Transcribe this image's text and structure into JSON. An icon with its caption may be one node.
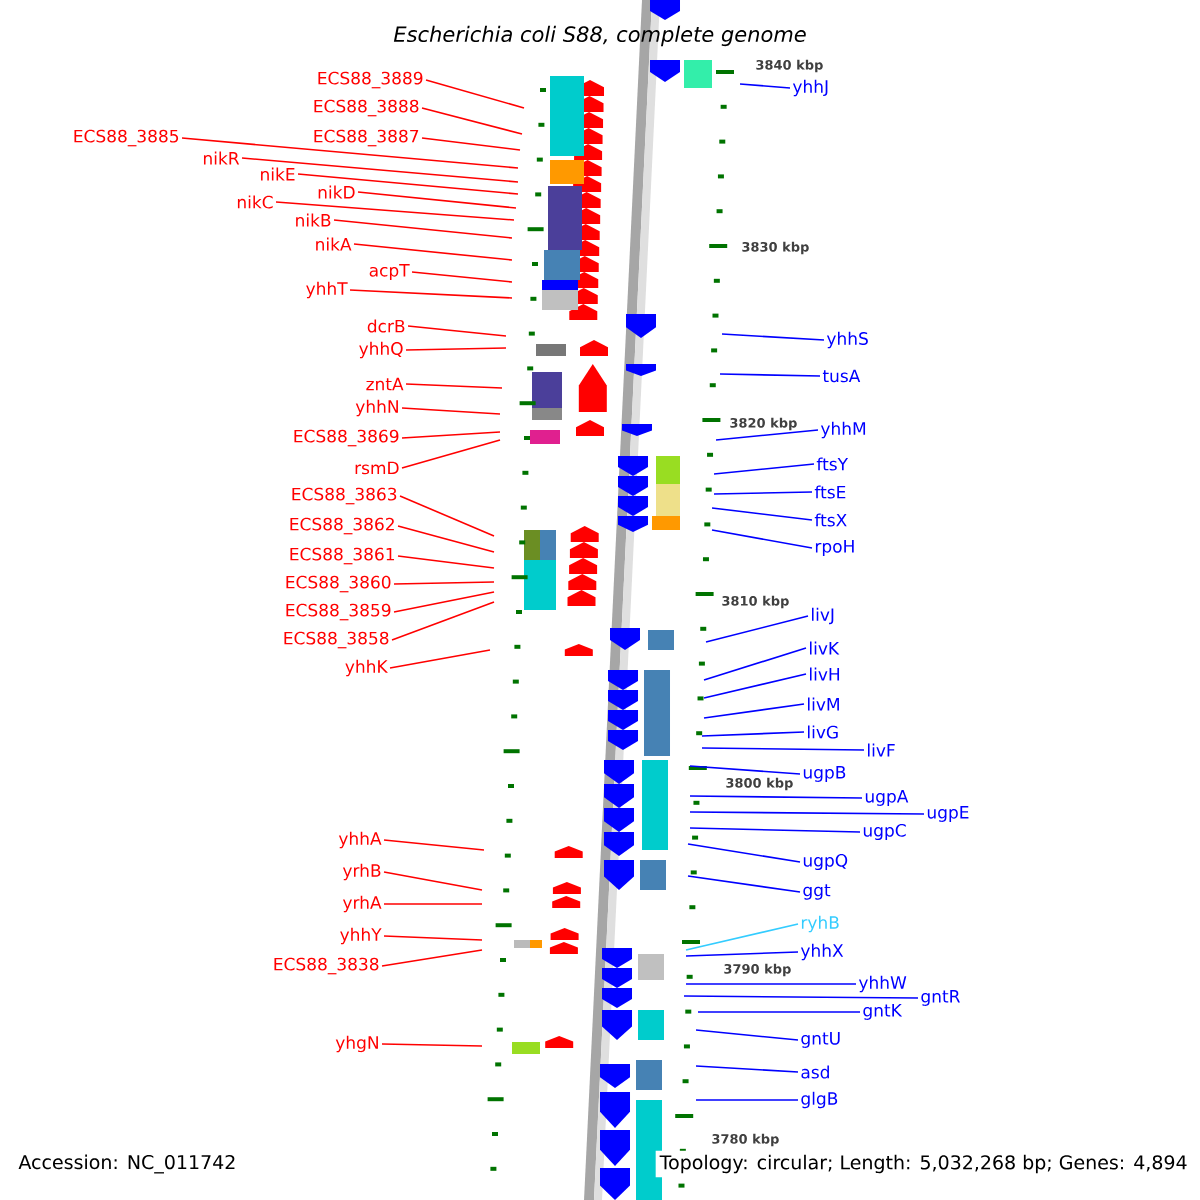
{
  "diagram": {
    "title": "Escherichia coli S88, complete genome",
    "caption": "Topology: circular; Length: 5,032,268 bp; Genes: 4,894",
    "nodes": [
      {
        "text": [
          "ECS88_3889"
        ]
      },
      {
        "text": [
          "ECS88_3888"
        ]
      },
      {
        "text": [
          "ECS88_3887"
        ]
      },
      {
        "text": [
          "ECS88_3885"
        ]
      },
      {
        "text": [
          "nikR"
        ]
      },
      {
        "text": [
          "nikE"
        ]
      },
      {
        "text": [
          "nikD"
        ]
      },
      {
        "text": [
          "nikC"
        ]
      },
      {
        "text": [
          "nikB"
        ]
      },
      {
        "text": [
          "nikA"
        ]
      },
      {
        "text": [
          "acpT"
        ]
      },
      {
        "text": [
          "yhhT"
        ]
      },
      {
        "text": [
          "dcrB"
        ]
      },
      {
        "text": [
          "yhhQ"
        ]
      },
      {
        "text": [
          "zntA"
        ]
      },
      {
        "text": [
          "yhhN"
        ]
      },
      {
        "text": [
          "ECS88_3869"
        ]
      },
      {
        "text": [
          "rsmD"
        ]
      },
      {
        "text": [
          "ECS88_3863"
        ]
      },
      {
        "text": [
          "ECS88_3862"
        ]
      },
      {
        "text": [
          "ECS88_3861"
        ]
      },
      {
        "text": [
          "ECS88_3860"
        ]
      },
      {
        "text": [
          "ECS88_3859"
        ]
      },
      {
        "text": [
          "ECS88_3858"
        ]
      },
      {
        "text": [
          "yhhK"
        ]
      },
      {
        "text": [
          "yhhA"
        ]
      },
      {
        "text": [
          "yrhB"
        ]
      },
      {
        "text": [
          "yrhA"
        ]
      },
      {
        "text": [
          "yhhY"
        ]
      },
      {
        "text": [
          "ECS88_3838"
        ]
      },
      {
        "text": [
          "yhgN"
        ]
      },
      {
        "text": [
          "yhhJ"
        ]
      },
      {
        "text": [
          "yhhS"
        ]
      },
      {
        "text": [
          "tusA"
        ]
      },
      {
        "text": [
          "yhhM"
        ]
      },
      {
        "text": [
          "ftsY"
        ]
      },
      {
        "text": [
          "ftsE"
        ]
      },
      {
        "text": [
          "ftsX"
        ]
      },
      {
        "text": [
          "rpoH"
        ]
      },
      {
        "text": [
          "livJ"
        ]
      },
      {
        "text": [
          "livK"
        ]
      },
      {
        "text": [
          "livH"
        ]
      },
      {
        "text": [
          "livM"
        ]
      },
      {
        "text": [
          "livG"
        ]
      },
      {
        "text": [
          "livF"
        ]
      },
      {
        "text": [
          "ugpB"
        ]
      },
      {
        "text": [
          "ugpA"
        ]
      },
      {
        "text": [
          "ugpE"
        ]
      },
      {
        "text": [
          "ugpC"
        ]
      },
      {
        "text": [
          "ugpQ"
        ]
      },
      {
        "text": [
          "ggt"
        ]
      },
      {
        "text": [
          "ryhB"
        ]
      },
      {
        "text": [
          "yhhX"
        ]
      },
      {
        "text": [
          "yhhW"
        ]
      },
      {
        "text": [
          "gntR"
        ]
      },
      {
        "text": [
          "gntK"
        ]
      },
      {
        "text": [
          "gntU"
        ]
      },
      {
        "text": [
          "asd"
        ]
      },
      {
        "text": [
          "glgB"
        ]
      }
    ],
    "edges": [
      {
        "from": 0,
        "to": null,
        "arrow": "none"
      },
      {
        "from": 1,
        "to": null,
        "arrow": "none"
      },
      {
        "from": 2,
        "to": null,
        "arrow": "none"
      },
      {
        "from": 3,
        "to": null,
        "arrow": "none"
      },
      {
        "from": 4,
        "to": null,
        "arrow": "none"
      },
      {
        "from": 5,
        "to": null,
        "arrow": "none"
      },
      {
        "from": 6,
        "to": null,
        "arrow": "none"
      },
      {
        "from": 7,
        "to": null,
        "arrow": "none"
      },
      {
        "from": 8,
        "to": null,
        "arrow": "none"
      },
      {
        "from": 9,
        "to": null,
        "arrow": "none"
      },
      {
        "from": 10,
        "to": null,
        "arrow": "none"
      },
      {
        "from": 11,
        "to": null,
        "arrow": "none"
      },
      {
        "from": 12,
        "to": null,
        "arrow": "none"
      },
      {
        "from": 13,
        "to": null,
        "arrow": "none"
      },
      {
        "from": 14,
        "to": null,
        "arrow": "none"
      },
      {
        "from": 15,
        "to": null,
        "arrow": "none"
      },
      {
        "from": 16,
        "to": null,
        "arrow": "none"
      },
      {
        "from": 17,
        "to": null,
        "arrow": "none"
      },
      {
        "from": 18,
        "to": null,
        "arrow": "none"
      },
      {
        "from": 19,
        "to": null,
        "arrow": "none"
      },
      {
        "from": 20,
        "to": null,
        "arrow": "none"
      },
      {
        "from": 21,
        "to": null,
        "arrow": "none"
      },
      {
        "from": 22,
        "to": null,
        "arrow": "none"
      },
      {
        "from": 23,
        "to": null,
        "arrow": "none"
      },
      {
        "from": 24,
        "to": null,
        "arrow": "none"
      },
      {
        "from": 25,
        "to": null,
        "arrow": "none"
      },
      {
        "from": 26,
        "to": null,
        "arrow": "none"
      },
      {
        "from": 27,
        "to": null,
        "arrow": "none"
      },
      {
        "from": 28,
        "to": null,
        "arrow": "none"
      },
      {
        "from": 29,
        "to": null,
        "arrow": "none"
      },
      {
        "from": 30,
        "to": null,
        "arrow": "none"
      },
      {
        "from": 31,
        "to": null,
        "arrow": "none",
        "color": "#0000ff"
      },
      {
        "from": 32,
        "to": null,
        "arrow": "none",
        "color": "#0000ff"
      },
      {
        "from": 33,
        "to": null,
        "arrow": "none",
        "color": "#0000ff"
      },
      {
        "from": 34,
        "to": null,
        "arrow": "none",
        "color": "#0000ff"
      },
      {
        "from": 35,
        "to": null,
        "arrow": "none",
        "color": "#0000ff"
      },
      {
        "from": 36,
        "to": null,
        "arrow": "none",
        "color": "#0000ff"
      },
      {
        "from": 37,
        "to": null,
        "arrow": "none",
        "color": "#0000ff"
      },
      {
        "from": 38,
        "to": null,
        "arrow": "none",
        "color": "#0000ff"
      },
      {
        "from": 39,
        "to": null,
        "arrow": "none",
        "color": "#0000ff"
      },
      {
        "from": 40,
        "to": null,
        "arrow": "none",
        "color": "#0000ff"
      },
      {
        "from": 41,
        "to": null,
        "arrow": "none",
        "color": "#0000ff"
      },
      {
        "from": 42,
        "to": null,
        "arrow": "none",
        "color": "#0000ff"
      },
      {
        "from": 43,
        "to": null,
        "arrow": "none",
        "color": "#0000ff"
      },
      {
        "from": 44,
        "to": null,
        "arrow": "none",
        "color": "#0000ff"
      },
      {
        "from": 45,
        "to": null,
        "arrow": "none",
        "color": "#0000ff"
      },
      {
        "from": 46,
        "to": null,
        "arrow": "none",
        "color": "#0000ff"
      },
      {
        "from": 47,
        "to": null,
        "arrow": "none",
        "color": "#0000ff"
      },
      {
        "from": 48,
        "to": null,
        "arrow": "none",
        "color": "#0000ff"
      },
      {
        "from": 49,
        "to": null,
        "arrow": "none",
        "color": "#0000ff"
      },
      {
        "from": 50,
        "to": null,
        "arrow": "none",
        "color": "#0000ff"
      },
      {
        "from": 51,
        "to": null,
        "arrow": "none",
        "color": "#33ccff"
      },
      {
        "from": 52,
        "to": null,
        "arrow": "none",
        "color": "#0000ff"
      },
      {
        "from": 53,
        "to": null,
        "arrow": "none",
        "color": "#0000ff"
      },
      {
        "from": 54,
        "to": null,
        "arrow": "none",
        "color": "#0000ff"
      },
      {
        "from": 55,
        "to": null,
        "arrow": "none",
        "color": "#0000ff"
      },
      {
        "from": 56,
        "to": null,
        "arrow": "none",
        "color": "#0000ff"
      },
      {
        "from": 57,
        "to": null,
        "arrow": "none",
        "color": "#0000ff"
      },
      {
        "from": 58,
        "to": null,
        "arrow": "none",
        "color": "#0000ff"
      }
    ],
    "labels": [
      "3840 kbp",
      "3830 kbp",
      "3820 kbp",
      "3810 kbp",
      "3800 kbp",
      "3790 kbp",
      "3780 kbp",
      "Accession: NC_011742"
    ]
  }
}
